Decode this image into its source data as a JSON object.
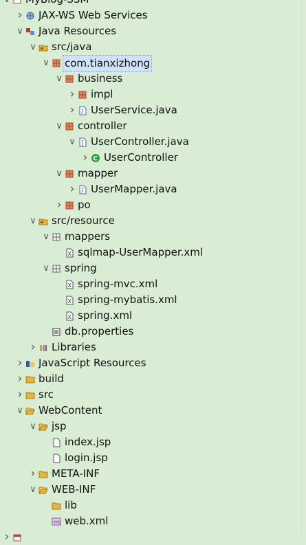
{
  "colors": {
    "background": "#d9ecd4",
    "package": "#a8432f",
    "folder": "#e8b43a",
    "class_green": "#2f9a3e"
  },
  "tree": {
    "items": [
      {
        "label": "MyBlog-SSM",
        "icon": "project-icon",
        "arrow": "expanded"
      },
      {
        "label": "JAX-WS Web Services",
        "icon": "webservices-icon",
        "arrow": "collapsed"
      },
      {
        "label": "Java Resources",
        "icon": "java-resources-icon",
        "arrow": "expanded"
      },
      {
        "label": "src/java",
        "icon": "source-folder-icon",
        "arrow": "expanded"
      },
      {
        "label": "com.tianxizhong",
        "icon": "package-icon",
        "arrow": "expanded",
        "selected": true
      },
      {
        "label": "business",
        "icon": "package-icon",
        "arrow": "expanded"
      },
      {
        "label": "impl",
        "icon": "package-icon",
        "arrow": "collapsed"
      },
      {
        "label": "UserService.java",
        "icon": "interface-file-icon",
        "arrow": "collapsed"
      },
      {
        "label": "controller",
        "icon": "package-icon",
        "arrow": "expanded"
      },
      {
        "label": "UserController.java",
        "icon": "java-file-icon",
        "arrow": "expanded"
      },
      {
        "label": "UserController",
        "icon": "class-icon",
        "arrow": "collapsed"
      },
      {
        "label": "mapper",
        "icon": "package-icon",
        "arrow": "expanded"
      },
      {
        "label": "UserMapper.java",
        "icon": "interface-file-icon",
        "arrow": "collapsed"
      },
      {
        "label": "po",
        "icon": "package-icon",
        "arrow": "collapsed"
      },
      {
        "label": "src/resource",
        "icon": "source-folder-icon",
        "arrow": "expanded"
      },
      {
        "label": "mappers",
        "icon": "resource-package-icon",
        "arrow": "expanded"
      },
      {
        "label": "sqlmap-UserMapper.xml",
        "icon": "xml-file-icon",
        "arrow": "none"
      },
      {
        "label": "spring",
        "icon": "resource-package-icon",
        "arrow": "expanded"
      },
      {
        "label": "spring-mvc.xml",
        "icon": "xml-file-icon",
        "arrow": "none"
      },
      {
        "label": "spring-mybatis.xml",
        "icon": "xml-file-icon",
        "arrow": "none"
      },
      {
        "label": "spring.xml",
        "icon": "xml-file-icon",
        "arrow": "none"
      },
      {
        "label": "db.properties",
        "icon": "properties-file-icon",
        "arrow": "none"
      },
      {
        "label": "Libraries",
        "icon": "libraries-icon",
        "arrow": "collapsed"
      },
      {
        "label": "JavaScript Resources",
        "icon": "javascript-resources-icon",
        "arrow": "collapsed"
      },
      {
        "label": "build",
        "icon": "folder-icon",
        "arrow": "collapsed"
      },
      {
        "label": "src",
        "icon": "folder-icon",
        "arrow": "collapsed"
      },
      {
        "label": "WebContent",
        "icon": "open-folder-icon",
        "arrow": "expanded"
      },
      {
        "label": "jsp",
        "icon": "open-folder-icon",
        "arrow": "expanded"
      },
      {
        "label": "index.jsp",
        "icon": "jsp-file-icon",
        "arrow": "none"
      },
      {
        "label": "login.jsp",
        "icon": "jsp-file-icon",
        "arrow": "none"
      },
      {
        "label": "META-INF",
        "icon": "folder-icon",
        "arrow": "collapsed"
      },
      {
        "label": "WEB-INF",
        "icon": "open-folder-icon",
        "arrow": "expanded"
      },
      {
        "label": "lib",
        "icon": "folder-icon",
        "arrow": "none"
      },
      {
        "label": "web.xml",
        "icon": "web-xml-file-icon",
        "arrow": "none"
      },
      {
        "label": "",
        "icon": "project-icon",
        "arrow": "collapsed"
      }
    ]
  }
}
